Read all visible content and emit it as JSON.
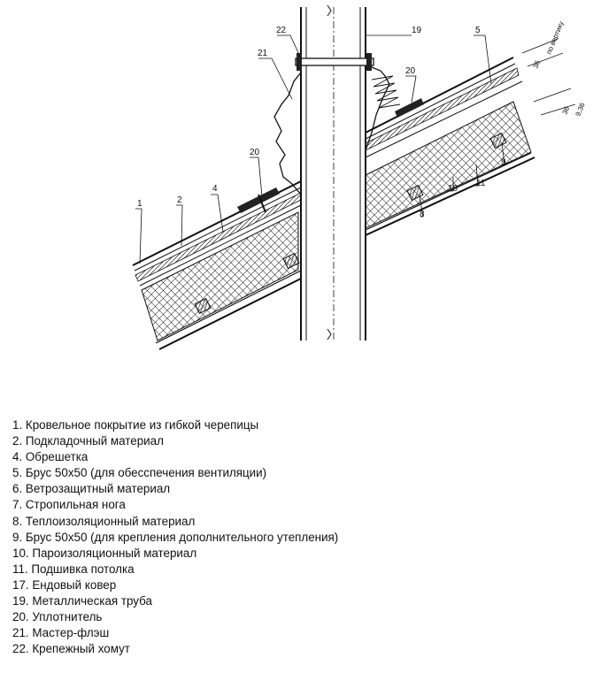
{
  "callouts": [
    "22",
    "19",
    "21",
    "5",
    "20",
    "20",
    "4",
    "2",
    "1",
    "9",
    "11",
    "10",
    "8"
  ],
  "dimensions": [
    "по вертику",
    "36",
    "36",
    "9,36"
  ],
  "legend": [
    "1. Кровельное покрытие из гибкой черепицы",
    "2. Подкладочный материал",
    "4. Обрешетка",
    "5. Брус 50х50 (для обесспечения вентиляции)",
    "6. Ветрозащитный материал",
    "7. Стропильная нога",
    "8. Теплоизоляционный материал",
    "9. Брус 50х50 (для крепления дополнительного утепления)",
    "10. Пароизоляционный материал",
    "11. Подшивка потолка",
    "17. Ендовый ковер",
    "19. Металлическая труба",
    "20. Уплотнитель",
    "21. Мастер-флэш",
    "22. Крепежный хомут"
  ]
}
